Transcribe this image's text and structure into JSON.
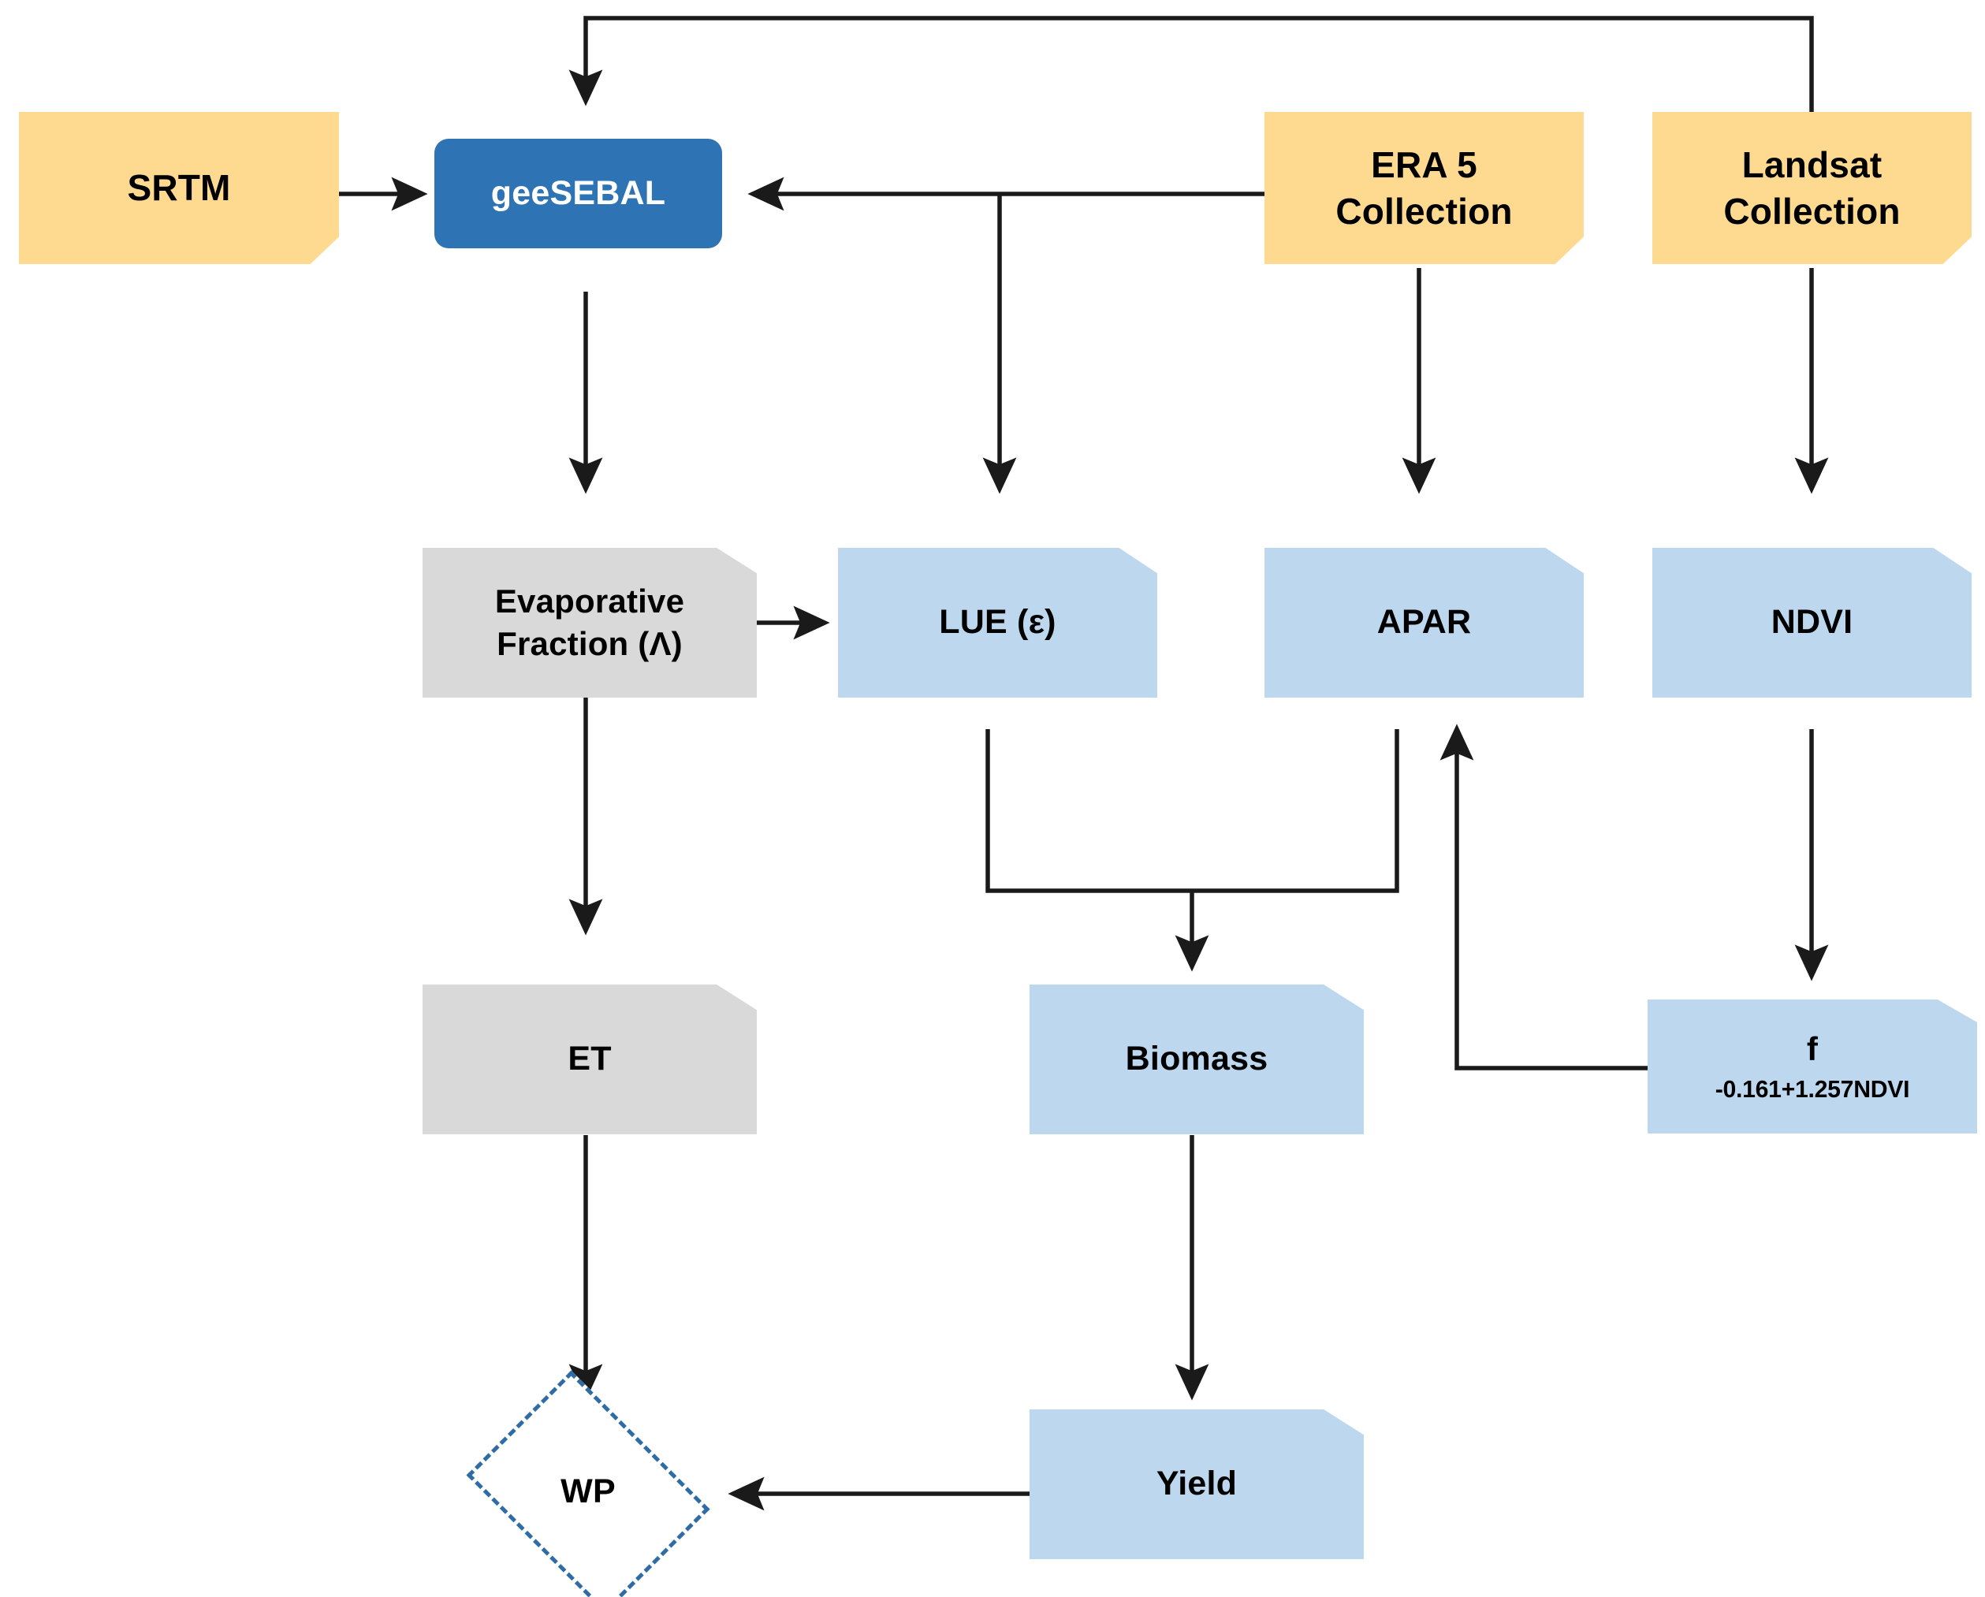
{
  "diagram": {
    "title": "geeSEBAL water productivity workflow",
    "colors": {
      "source_yellow": "#fdda8f",
      "source_yellow_fold": "#f2b833",
      "process_blue": "#2e74b5",
      "product_light_blue": "#bdd7ee",
      "intermediate_gray": "#d9d9d9",
      "edge_black": "#1a1a1a",
      "diamond_dashed_blue": "#2e6ca8"
    },
    "nodes": [
      {
        "id": "srtm",
        "label": "SRTM",
        "shape": "note",
        "fill": "source_yellow"
      },
      {
        "id": "geesebal",
        "label": "geeSEBAL",
        "shape": "rounded",
        "fill": "process_blue"
      },
      {
        "id": "era5",
        "label": "ERA 5\nCollection",
        "line1": "ERA 5",
        "line2": "Collection",
        "shape": "note",
        "fill": "source_yellow"
      },
      {
        "id": "landsat",
        "label": "Landsat\nCollection",
        "line1": "Landsat",
        "line2": "Collection",
        "shape": "note",
        "fill": "source_yellow"
      },
      {
        "id": "ef",
        "label": "Evaporative\nFraction (Λ)",
        "line1": "Evaporative",
        "line2": "Fraction (Λ)",
        "shape": "flag",
        "fill": "intermediate_gray"
      },
      {
        "id": "lue",
        "label": "LUE (ε)",
        "shape": "flag",
        "fill": "product_light_blue"
      },
      {
        "id": "apar",
        "label": "APAR",
        "shape": "flag",
        "fill": "product_light_blue"
      },
      {
        "id": "ndvi",
        "label": "NDVI",
        "shape": "flag",
        "fill": "product_light_blue"
      },
      {
        "id": "et",
        "label": "ET",
        "shape": "flag",
        "fill": "intermediate_gray"
      },
      {
        "id": "biomass",
        "label": "Biomass",
        "shape": "flag",
        "fill": "product_light_blue"
      },
      {
        "id": "f",
        "label": "f",
        "sublabel": "-0.161+1.257NDVI",
        "shape": "flag",
        "fill": "product_light_blue"
      },
      {
        "id": "yield",
        "label": "Yield",
        "shape": "flag",
        "fill": "product_light_blue"
      },
      {
        "id": "wp",
        "label": "WP",
        "shape": "diamond-dashed",
        "fill": "white"
      }
    ],
    "edges": [
      {
        "from": "srtm",
        "to": "geesebal",
        "style": "straight-right"
      },
      {
        "from": "landsat",
        "to": "geesebal",
        "style": "orthogonal-over-top"
      },
      {
        "from": "era5",
        "to": "geesebal",
        "style": "straight-left"
      },
      {
        "from": "era5",
        "to": "lue",
        "style": "branch-down"
      },
      {
        "from": "geesebal",
        "to": "ef",
        "style": "straight-down"
      },
      {
        "from": "era5",
        "to": "apar",
        "style": "straight-down"
      },
      {
        "from": "landsat",
        "to": "ndvi",
        "style": "straight-down"
      },
      {
        "from": "ef",
        "to": "lue",
        "style": "straight-right"
      },
      {
        "from": "ef",
        "to": "et",
        "style": "straight-down"
      },
      {
        "from": "lue",
        "to": "biomass",
        "style": "merge-down"
      },
      {
        "from": "apar",
        "to": "biomass",
        "style": "merge-down"
      },
      {
        "from": "ndvi",
        "to": "f",
        "style": "straight-down"
      },
      {
        "from": "f",
        "to": "apar",
        "style": "orthogonal-feedback-up"
      },
      {
        "from": "et",
        "to": "wp",
        "style": "straight-down"
      },
      {
        "from": "biomass",
        "to": "yield",
        "style": "straight-down"
      },
      {
        "from": "yield",
        "to": "wp",
        "style": "straight-left"
      }
    ]
  },
  "labels": {
    "srtm": "SRTM",
    "geesebal": "geeSEBAL",
    "era5_line1": "ERA 5",
    "era5_line2": "Collection",
    "landsat_line1": "Landsat",
    "landsat_line2": "Collection",
    "ef_line1": "Evaporative",
    "ef_line2": "Fraction (Λ)",
    "lue": "LUE (ε)",
    "apar": "APAR",
    "ndvi": "NDVI",
    "et": "ET",
    "biomass": "Biomass",
    "f_main": "f",
    "f_sub": "-0.161+1.257NDVI",
    "yield": "Yield",
    "wp": "WP"
  }
}
